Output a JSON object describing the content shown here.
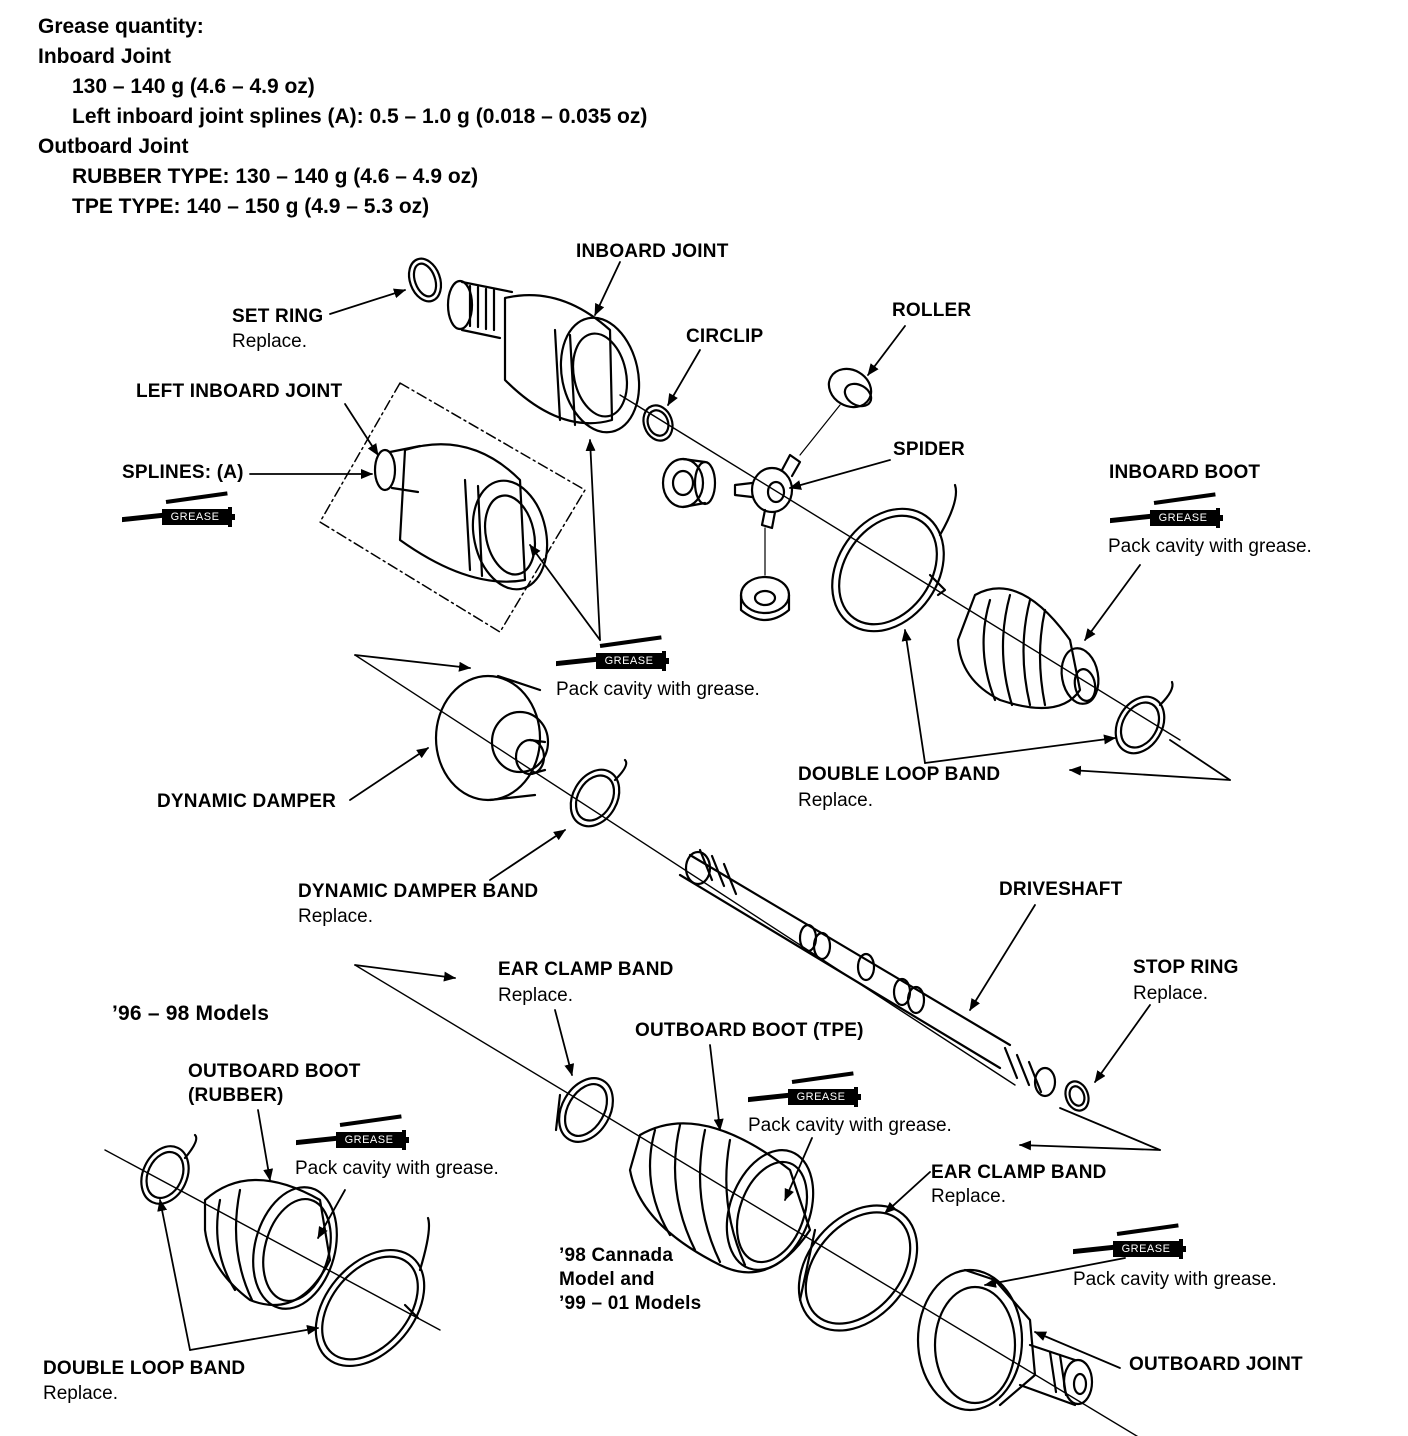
{
  "header": {
    "line1": "Grease quantity:",
    "line2": "Inboard Joint",
    "line3": "130 – 140 g (4.6 – 4.9 oz)",
    "line4": "Left inboard joint splines (A):  0.5 – 1.0 g (0.018 – 0.035 oz)",
    "line5": "Outboard Joint",
    "line6": "RUBBER TYPE: 130 – 140 g (4.6 – 4.9 oz)",
    "line7": "TPE TYPE: 140 – 150 g (4.9 – 5.3 oz)"
  },
  "labels": {
    "inboard_joint": "INBOARD JOINT",
    "set_ring": "SET RING",
    "set_ring_sub": "Replace.",
    "circlip": "CIRCLIP",
    "roller": "ROLLER",
    "left_inboard_joint": "LEFT INBOARD JOINT",
    "splines": "SPLINES: (A)",
    "spider": "SPIDER",
    "inboard_boot": "INBOARD BOOT",
    "inboard_boot_sub": "Pack cavity with grease.",
    "pack_cavity_center": "Pack cavity with grease.",
    "dynamic_damper": "DYNAMIC DAMPER",
    "double_loop_band_top": "DOUBLE LOOP BAND",
    "double_loop_band_top_sub": "Replace.",
    "dynamic_damper_band": "DYNAMIC DAMPER BAND",
    "dynamic_damper_band_sub": "Replace.",
    "driveshaft": "DRIVESHAFT",
    "ear_clamp_band_top": "EAR CLAMP BAND",
    "ear_clamp_band_top_sub": "Replace.",
    "stop_ring": "STOP RING",
    "stop_ring_sub": "Replace.",
    "models_96_98": "’96 – 98 Models",
    "outboard_boot_tpe": "OUTBOARD BOOT (TPE)",
    "outboard_boot_rubber_1": "OUTBOARD BOOT",
    "outboard_boot_rubber_2": "(RUBBER)",
    "pack_cavity_tpe": "Pack cavity with grease.",
    "pack_cavity_rubber": "Pack cavity with grease.",
    "ear_clamp_band_bottom": "EAR CLAMP BAND",
    "ear_clamp_band_bottom_sub": "Replace.",
    "canada_1": "’98 Cannada",
    "canada_2": "Model and",
    "canada_3": "’99 – 01 Models",
    "pack_cavity_outboard": "Pack cavity with grease.",
    "outboard_joint": "OUTBOARD JOINT",
    "double_loop_band_bottom": "DOUBLE LOOP BAND",
    "double_loop_band_bottom_sub": "Replace.",
    "grease_icon_text": "GREASE"
  }
}
